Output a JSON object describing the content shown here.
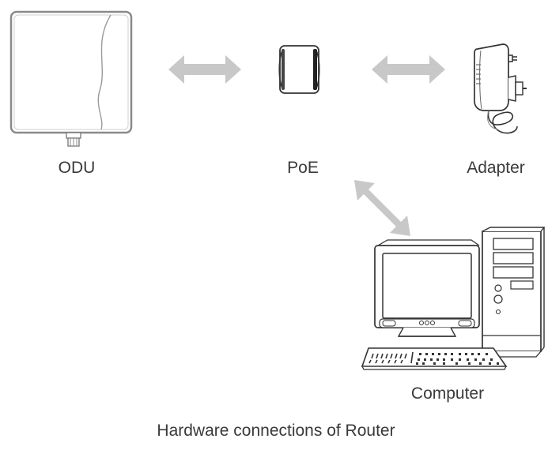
{
  "devices": {
    "odu": {
      "label": "ODU",
      "icon": "odu-antenna-icon"
    },
    "poe": {
      "label": "PoE",
      "icon": "poe-injector-icon"
    },
    "adapter": {
      "label": "Adapter",
      "icon": "power-adapter-icon"
    },
    "computer": {
      "label": "Computer",
      "icon": "desktop-computer-icon"
    }
  },
  "connections": [
    {
      "from": "odu",
      "to": "poe",
      "icon": "double-arrow-icon"
    },
    {
      "from": "poe",
      "to": "adapter",
      "icon": "double-arrow-icon"
    },
    {
      "from": "poe",
      "to": "computer",
      "icon": "double-arrow-icon"
    }
  ],
  "colors": {
    "arrow": "#c8c8c8",
    "outline": "#555555",
    "label": "#3a3a3a"
  },
  "caption": "Hardware connections of Router"
}
